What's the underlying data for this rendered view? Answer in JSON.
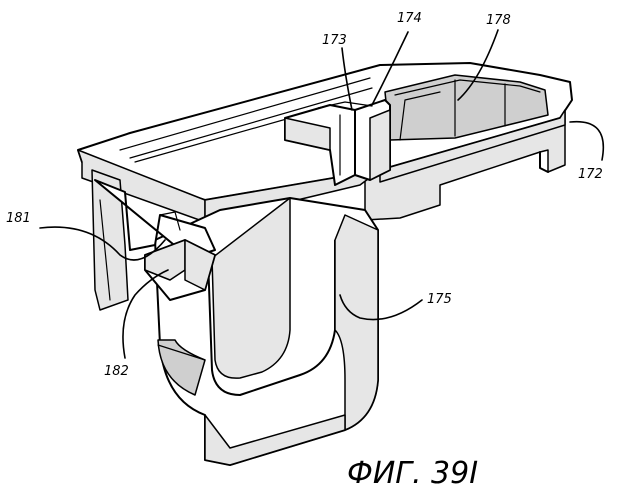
{
  "figure": {
    "caption": "ФИГ. 39I"
  },
  "labels": {
    "l172": "172",
    "l173": "173",
    "l174": "174",
    "l175": "175",
    "l178": "178",
    "l181": "181",
    "l182": "182"
  }
}
